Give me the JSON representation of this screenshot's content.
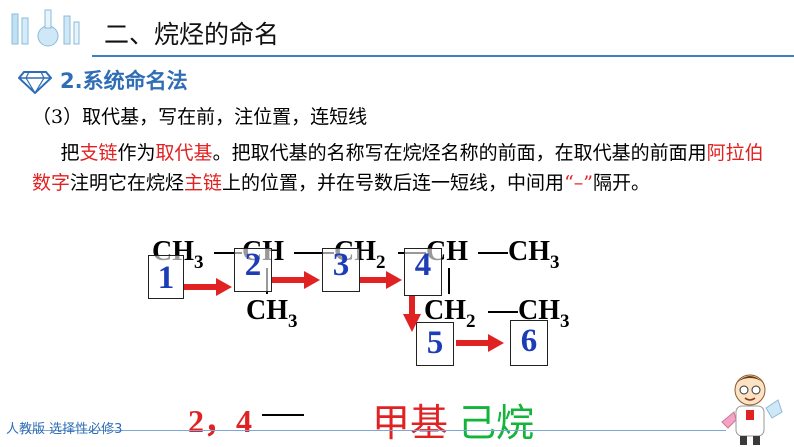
{
  "header": {
    "title": "二、烷烃的命名"
  },
  "section": {
    "label": "2.系统命名法"
  },
  "sub_heading": "（3）取代基，写在前，注位置，连短线",
  "paragraph": {
    "p1": "把",
    "p2": "支链",
    "p3": "作为",
    "p4": "取代基",
    "p5": "。把取代基的名称写在烷烃名称的前面，在取代基的前面用",
    "p6": "阿拉伯数字",
    "p7": "注明它在烷烃",
    "p8": "主链",
    "p9": "上的位置，并在号数后连一短线，中间用",
    "p10": "“–”",
    "p11": "隔开。"
  },
  "formula": {
    "ch3": "CH",
    "sub3": "3",
    "ch": "CH",
    "ch2": "CH",
    "sub2": "2",
    "branch": "CH",
    "branch_sub": "3",
    "side_ch2": "CH",
    "side_sub2": "2",
    "side_ch3": "CH",
    "side_sub3": "3",
    "end_ch3": "CH",
    "end_sub3": "3",
    "ch4": "CH"
  },
  "numbers": [
    "1",
    "2",
    "3",
    "4",
    "5",
    "6"
  ],
  "answer": {
    "positions": "2，4",
    "part1": "甲基",
    "part2": "己烷"
  },
  "footer": {
    "text": "人教版 选择性必修3"
  },
  "colors": {
    "red": "#e02222",
    "blue": "#1d3db8",
    "green": "#12b43a",
    "accent": "#2f6db5"
  }
}
